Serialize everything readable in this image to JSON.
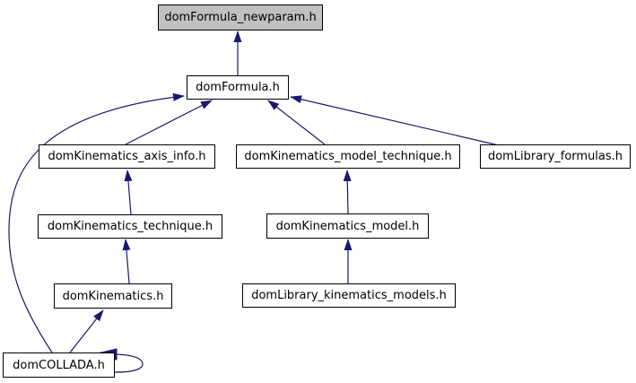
{
  "diagram": {
    "type": "include-dependency-graph",
    "colors": {
      "background": "#ffffff",
      "edge": "#191970",
      "node_border": "#000000",
      "node_fill": "#ffffff",
      "highlight_fill": "#c0c0c0"
    },
    "nodes": [
      {
        "id": "domFormula_newparam",
        "label": "domFormula_newparam.h",
        "highlighted": true
      },
      {
        "id": "domFormula",
        "label": "domFormula.h",
        "highlighted": false
      },
      {
        "id": "domKinematics_axis_info",
        "label": "domKinematics_axis_info.h",
        "highlighted": false
      },
      {
        "id": "domKinematics_model_technique",
        "label": "domKinematics_model_technique.h",
        "highlighted": false
      },
      {
        "id": "domLibrary_formulas",
        "label": "domLibrary_formulas.h",
        "highlighted": false
      },
      {
        "id": "domKinematics_technique",
        "label": "domKinematics_technique.h",
        "highlighted": false
      },
      {
        "id": "domKinematics_model",
        "label": "domKinematics_model.h",
        "highlighted": false
      },
      {
        "id": "domKinematics",
        "label": "domKinematics.h",
        "highlighted": false
      },
      {
        "id": "domLibrary_kinematics_models",
        "label": "domLibrary_kinematics_models.h",
        "highlighted": false
      },
      {
        "id": "domCOLLADA",
        "label": "domCOLLADA.h",
        "highlighted": false
      }
    ],
    "edges": [
      {
        "from": "domFormula",
        "to": "domFormula_newparam"
      },
      {
        "from": "domKinematics_axis_info",
        "to": "domFormula"
      },
      {
        "from": "domKinematics_model_technique",
        "to": "domFormula"
      },
      {
        "from": "domLibrary_formulas",
        "to": "domFormula"
      },
      {
        "from": "domCOLLADA",
        "to": "domFormula"
      },
      {
        "from": "domKinematics_technique",
        "to": "domKinematics_axis_info"
      },
      {
        "from": "domKinematics_model",
        "to": "domKinematics_model_technique"
      },
      {
        "from": "domKinematics",
        "to": "domKinematics_technique"
      },
      {
        "from": "domLibrary_kinematics_models",
        "to": "domKinematics_model"
      },
      {
        "from": "domCOLLADA",
        "to": "domKinematics"
      },
      {
        "from": "domCOLLADA",
        "to": "domCOLLADA"
      }
    ]
  }
}
